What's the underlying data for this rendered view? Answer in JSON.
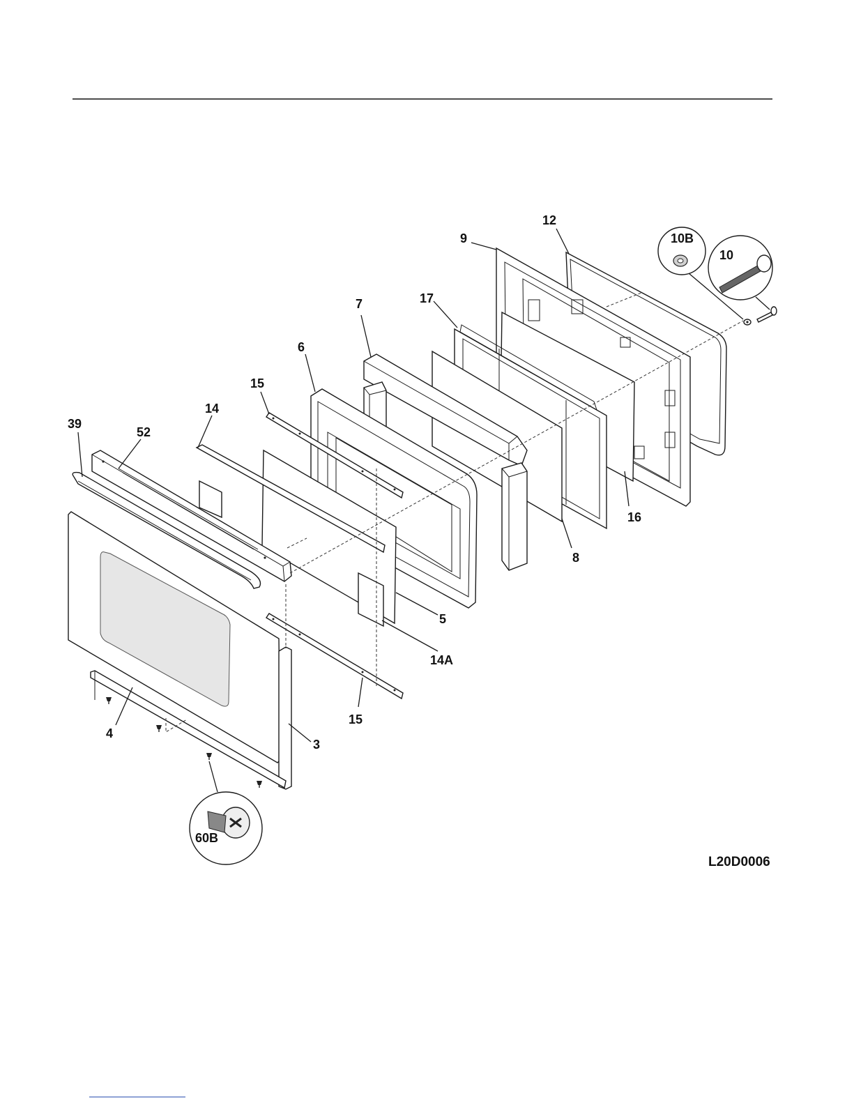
{
  "diagram": {
    "code": "L20D0006",
    "callouts": {
      "p3": "3",
      "p4": "4",
      "p5": "5",
      "p6": "6",
      "p7": "7",
      "p8": "8",
      "p9": "9",
      "p10": "10",
      "p10b": "10B",
      "p12": "12",
      "p14": "14",
      "p14a": "14A",
      "p15_top": "15",
      "p15_bottom": "15",
      "p16": "16",
      "p17": "17",
      "p39": "39",
      "p52": "52",
      "p60b": "60B"
    }
  }
}
